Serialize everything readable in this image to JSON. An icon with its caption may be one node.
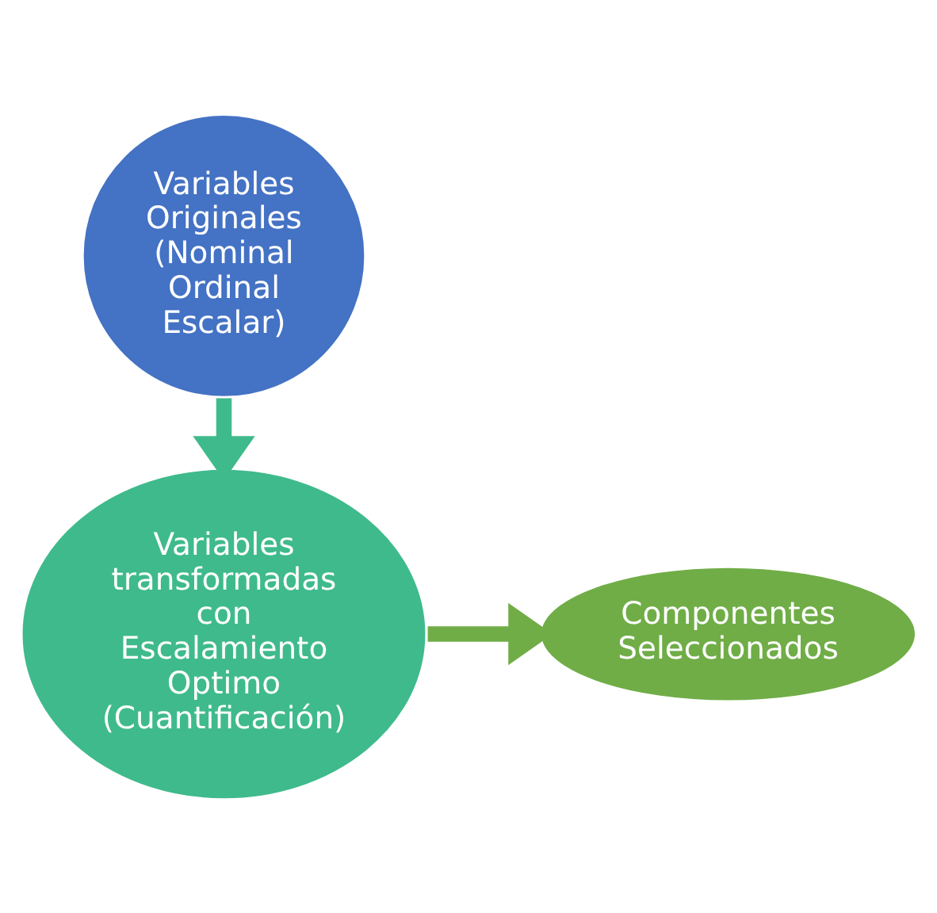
{
  "diagram": {
    "nodes": [
      {
        "text": [
          "Variables Originales (Nominal Ordinal Escalar)"
        ]
      },
      {
        "text": [
          "Variables transformadas con Escalamiento Optimo (Cuantificación)"
        ]
      },
      {
        "text": [
          "Componentes Seleccionados"
        ]
      }
    ],
    "edges": [
      {
        "from": 0,
        "to": 1,
        "arrow": "to"
      },
      {
        "from": 1,
        "to": 2,
        "arrow": "to"
      }
    ]
  }
}
